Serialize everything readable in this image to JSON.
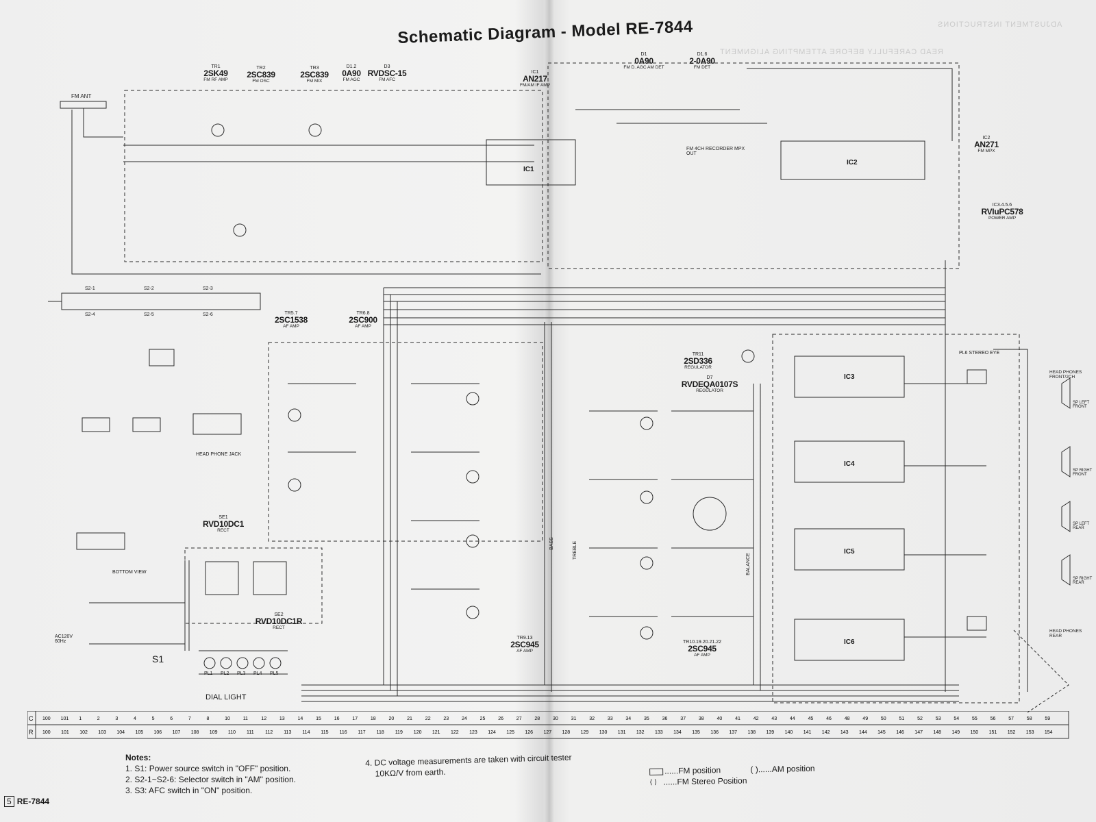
{
  "title": "Schematic Diagram - Model RE-7844",
  "page_footer": {
    "page_number": "5",
    "model": "RE-7844"
  },
  "faded_reverse_text": [
    "ADJUSTMENT INSTRUCTIONS",
    "READ CAREFULLY BEFORE ATTEMPTING ALIGNMENT"
  ],
  "top_components": [
    {
      "ref": "TR1",
      "part": "2SK49",
      "role": "FM RF AMP"
    },
    {
      "ref": "TR2",
      "part": "2SC839",
      "role": "FM OSC"
    },
    {
      "ref": "TR3",
      "part": "2SC839",
      "role": "FM MIX"
    },
    {
      "ref": "D1.2",
      "part": "0A90",
      "role": "FM AGC"
    },
    {
      "ref": "D3",
      "part": "RVDSC-15",
      "role": "FM AFC"
    },
    {
      "ref": "IC1",
      "part": "AN217",
      "role": "FM/AM IF AMP"
    },
    {
      "ref": "D1",
      "part": "0A90",
      "role": "FM D. AGC AM DET"
    },
    {
      "ref": "D1.6",
      "part": "2-0A90",
      "role": "FM DET"
    }
  ],
  "right_components": [
    {
      "ref": "IC2",
      "part": "AN271",
      "role": "FM MPX"
    },
    {
      "ref": "IC3.4.5.6",
      "part": "RVIuPC578",
      "role": "POWER AMP"
    }
  ],
  "mid_components": [
    {
      "ref": "TR5.7",
      "part": "2SC1538",
      "role": "AF AMP"
    },
    {
      "ref": "TR6.8",
      "part": "2SC900",
      "role": "AF AMP"
    },
    {
      "ref": "TR11",
      "part": "2SD336",
      "role": "REGULATOR"
    },
    {
      "ref": "D7",
      "part": "RVDEQA0107S",
      "role": "REGULATOR"
    },
    {
      "ref": "SE1",
      "part": "RVD10DC1",
      "role": "RECT"
    },
    {
      "ref": "SE2",
      "part": "RVD10DC1R",
      "role": "RECT"
    },
    {
      "ref": "TR9.13",
      "part": "2SC945",
      "role": "AF AMP"
    },
    {
      "ref": "TR10.19.20.21.22",
      "part": "2SC945",
      "role": "AF AMP"
    }
  ],
  "block_labels": {
    "fm_ant": "FM ANT",
    "ic1": "IC1",
    "ic2": "IC2",
    "ic3": "IC3",
    "ic4": "IC4",
    "ic5": "IC5",
    "ic6": "IC6",
    "recorder": "FM 4CH RECORDER MPX OUT",
    "stereo_eye": "PL6 STEREO EYE",
    "head_front": "HEAD PHONES FRONT/2CH",
    "head_rear": "HEAD PHONES REAR",
    "dial_light": "DIAL LIGHT",
    "bottom_view": "BOTTOM VIEW",
    "head_phone_jack": "HEAD PHONE JACK",
    "ac_in": "AC120V 60Hz",
    "s1": "S1",
    "bass": "BASS",
    "treble": "TREBLE",
    "balance": "BALANCE",
    "sp_left_front": "SP LEFT FRONT",
    "sp_right_front": "SP RIGHT FRONT",
    "sp_left_rear": "SP LEFT REAR",
    "sp_right_rear": "SP RIGHT REAR",
    "dial_lamps": [
      "PL1",
      "PL2",
      "PL3",
      "PL4",
      "PL5"
    ],
    "switch_rows": [
      "S2-1",
      "S2-2",
      "S2-3",
      "S2-4",
      "S2-5",
      "S2-6"
    ]
  },
  "ruler": {
    "rows": [
      "C",
      "R"
    ],
    "c_numbers": [
      "100",
      "101",
      "1",
      "2",
      "3",
      "4",
      "5",
      "6",
      "7",
      "8",
      "10",
      "11",
      "12",
      "13",
      "14",
      "15",
      "16",
      "17",
      "18",
      "20",
      "21",
      "22",
      "23",
      "24",
      "25",
      "26",
      "27",
      "28",
      "30",
      "31",
      "32",
      "33",
      "34",
      "35",
      "36",
      "37",
      "38",
      "40",
      "41",
      "42",
      "43",
      "44",
      "45",
      "46",
      "48",
      "49",
      "50",
      "51",
      "52",
      "53",
      "54",
      "55",
      "56",
      "57",
      "58",
      "59"
    ],
    "r_numbers": [
      "100",
      "101",
      "102",
      "103",
      "104",
      "105",
      "106",
      "107",
      "108",
      "109",
      "110",
      "111",
      "112",
      "113",
      "114",
      "115",
      "116",
      "117",
      "118",
      "119",
      "120",
      "121",
      "122",
      "123",
      "124",
      "125",
      "126",
      "127",
      "128",
      "129",
      "130",
      "131",
      "132",
      "133",
      "134",
      "135",
      "136",
      "137",
      "138",
      "139",
      "140",
      "141",
      "142",
      "143",
      "144",
      "145",
      "146",
      "147",
      "148",
      "149",
      "150",
      "151",
      "152",
      "153",
      "154"
    ]
  },
  "notes": {
    "heading": "Notes:",
    "items": [
      "1. S1: Power source switch in \"OFF\" position.",
      "2. S2-1~S2-6: Selector switch in \"AM\" position.",
      "3. S3: AFC switch in \"ON\" position."
    ],
    "note4_line1": "4. DC voltage measurements are taken with circuit tester",
    "note4_line2": "10KΩ/V from earth."
  },
  "legend": {
    "fm_position": "......FM position",
    "am_position": "( )......AM position",
    "fm_stereo_position": "......FM Stereo Position"
  },
  "colors": {
    "ink": "#1a1a1a",
    "paper": "#f1f1f0",
    "line": "#2a2a2a"
  }
}
